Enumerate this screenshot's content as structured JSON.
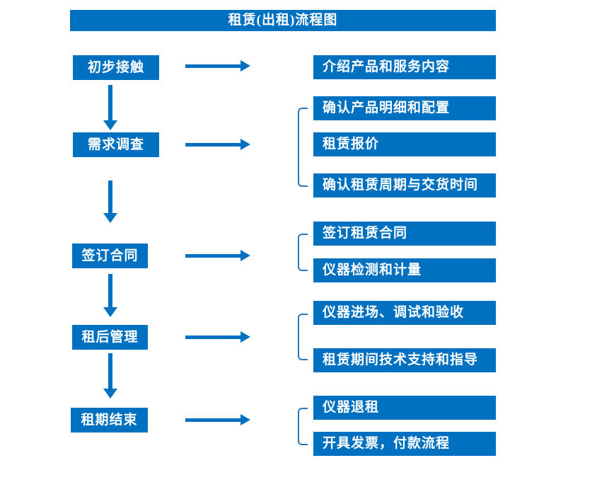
{
  "title": "租赁(出租)流程图",
  "colors": {
    "primary_blue": "#0070C0",
    "bracket_blue": "#2E75B6",
    "text": "#FFFFFF",
    "background": "#FFFFFF"
  },
  "stages": [
    {
      "label": "初步接触"
    },
    {
      "label": "需求调查"
    },
    {
      "label": "签订合同"
    },
    {
      "label": "租后管理"
    },
    {
      "label": "租期结束"
    }
  ],
  "details": [
    {
      "label": "介绍产品和服务内容"
    },
    {
      "label": "确认产品明细和配置"
    },
    {
      "label": "租赁报价"
    },
    {
      "label": "确认租赁周期与交货时间"
    },
    {
      "label": "签订租赁合同"
    },
    {
      "label": "仪器检测和计量"
    },
    {
      "label": "仪器进场、调试和验收"
    },
    {
      "label": "租赁期间技术支持和指导"
    },
    {
      "label": "仪器退租"
    },
    {
      "label": "开具发票，付款流程"
    }
  ]
}
